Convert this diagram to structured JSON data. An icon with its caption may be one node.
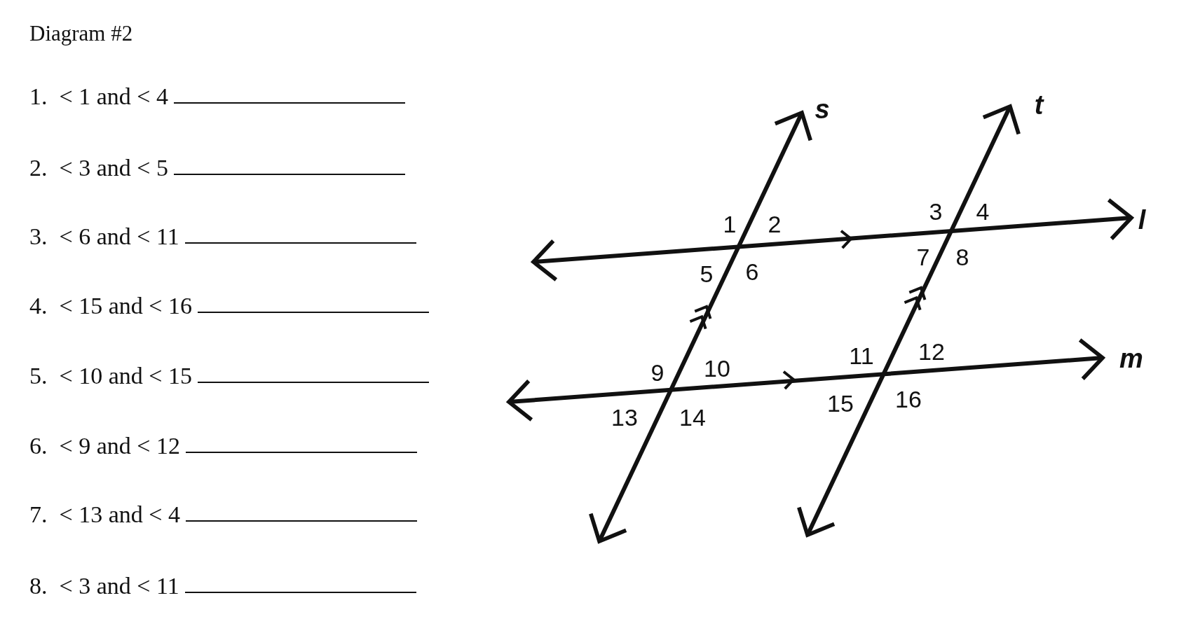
{
  "diagram": {
    "title": "Diagram #2",
    "labels": [
      "1.  < 1 and < 4",
      "2.  < 3 and < 5",
      "3.  < 6 and < 11",
      "4.  < 15 and < 16",
      "5.  < 10 and < 15",
      "6.  < 9 and < 12",
      "7.  < 13 and < 4",
      "8.  < 3 and < 11",
      "s",
      "t",
      "1",
      "2",
      "3",
      "4",
      "l",
      "5",
      "6",
      "7",
      "8",
      "9",
      "10",
      "11",
      "12",
      "m",
      "13",
      "14",
      "15",
      "16"
    ]
  }
}
